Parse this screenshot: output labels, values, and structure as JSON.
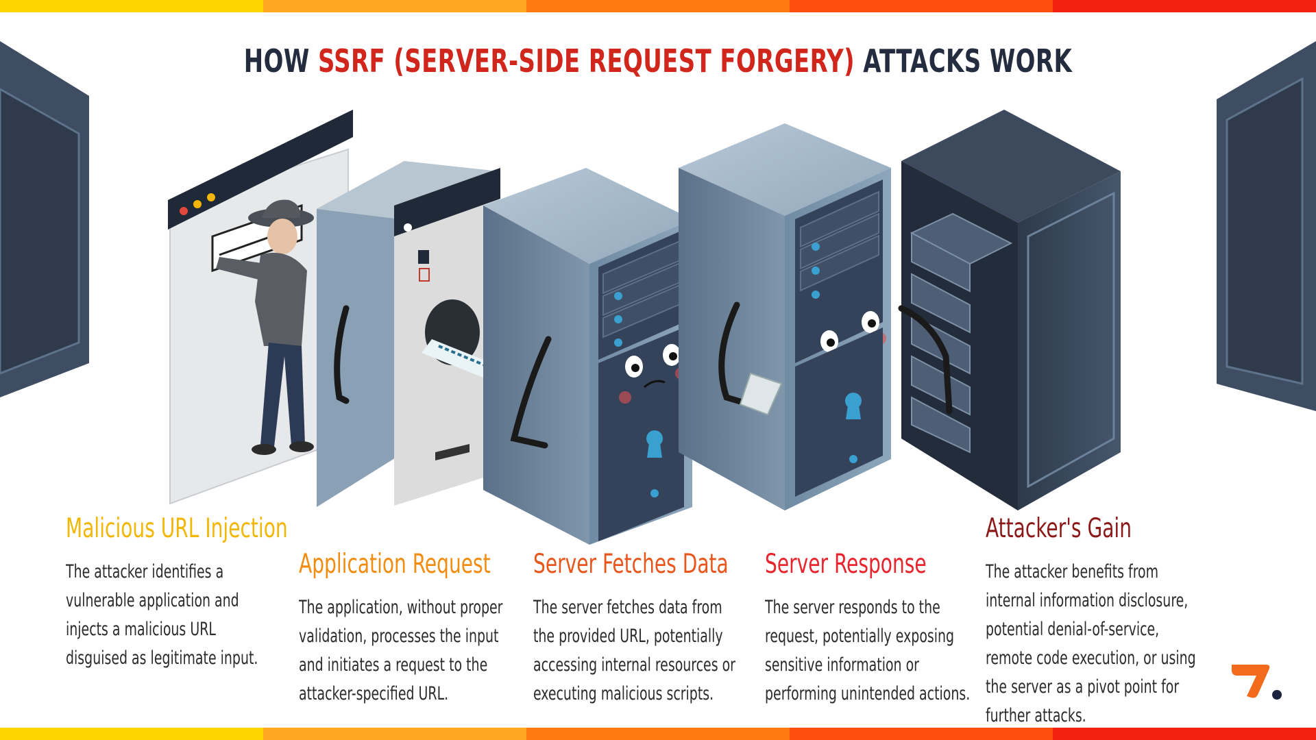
{
  "title": {
    "prefix": "HOW ",
    "highlight": "SSRF (SERVER-SIDE REQUEST FORGERY)",
    "suffix": " ATTACKS WORK"
  },
  "colors": {
    "title_dark": "#232d3f",
    "title_red": "#d0261b",
    "stripe": [
      "#ffd400",
      "#ffa51f",
      "#ff7a12",
      "#ff4d0d",
      "#f0220f"
    ],
    "step_1": "#f2b705",
    "step_2": "#f28c0f",
    "step_3": "#e8561c",
    "step_4": "#e8242d",
    "step_5": "#8c1818",
    "logo_orange": "#f26a1b",
    "logo_dot": "#1a2240"
  },
  "steps": [
    {
      "title": "Malicious URL Injection",
      "text": "The attacker identifies a vulnerable application and injects a malicious URL disguised as legitimate input."
    },
    {
      "title": "Application Request",
      "text": "The application, without proper validation, processes the input and initiates a request to the attacker-specified URL."
    },
    {
      "title": "Server Fetches Data",
      "text": "The server fetches data from the provided URL, potentially accessing internal resources or executing malicious scripts."
    },
    {
      "title": "Server Response",
      "text": "The server responds to the request, potentially exposing sensitive information or performing unintended actions."
    },
    {
      "title": "Attacker's Gain",
      "text": "The attacker benefits from internal information disclosure, potential denial-of-service, remote code execution, or using the server as a pivot point for further attacks."
    }
  ],
  "illustration": {
    "description_icons": [
      "browser-window-icon",
      "hacker-figure-icon",
      "app-server-icon",
      "paper-url-icon",
      "server-face-icon",
      "server-rack-icon"
    ]
  }
}
